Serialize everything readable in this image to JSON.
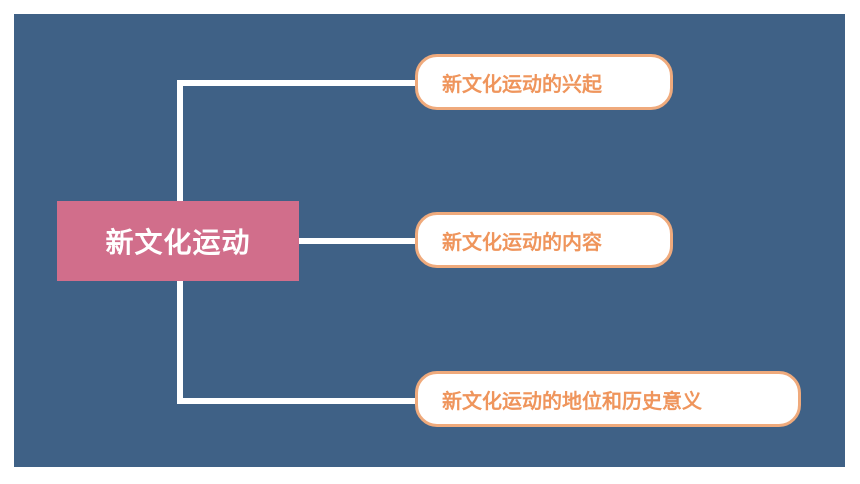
{
  "diagram": {
    "center_label": "新文化运动",
    "branches": [
      {
        "label": "新文化运动的兴起"
      },
      {
        "label": "新文化运动的内容"
      },
      {
        "label": "新文化运动的地位和历史意义"
      }
    ]
  },
  "colors": {
    "background": "#3f6186",
    "center_box": "#d16e8b",
    "branch_border": "#efaa7c",
    "branch_text": "#ef955c",
    "connector": "#ffffff"
  }
}
